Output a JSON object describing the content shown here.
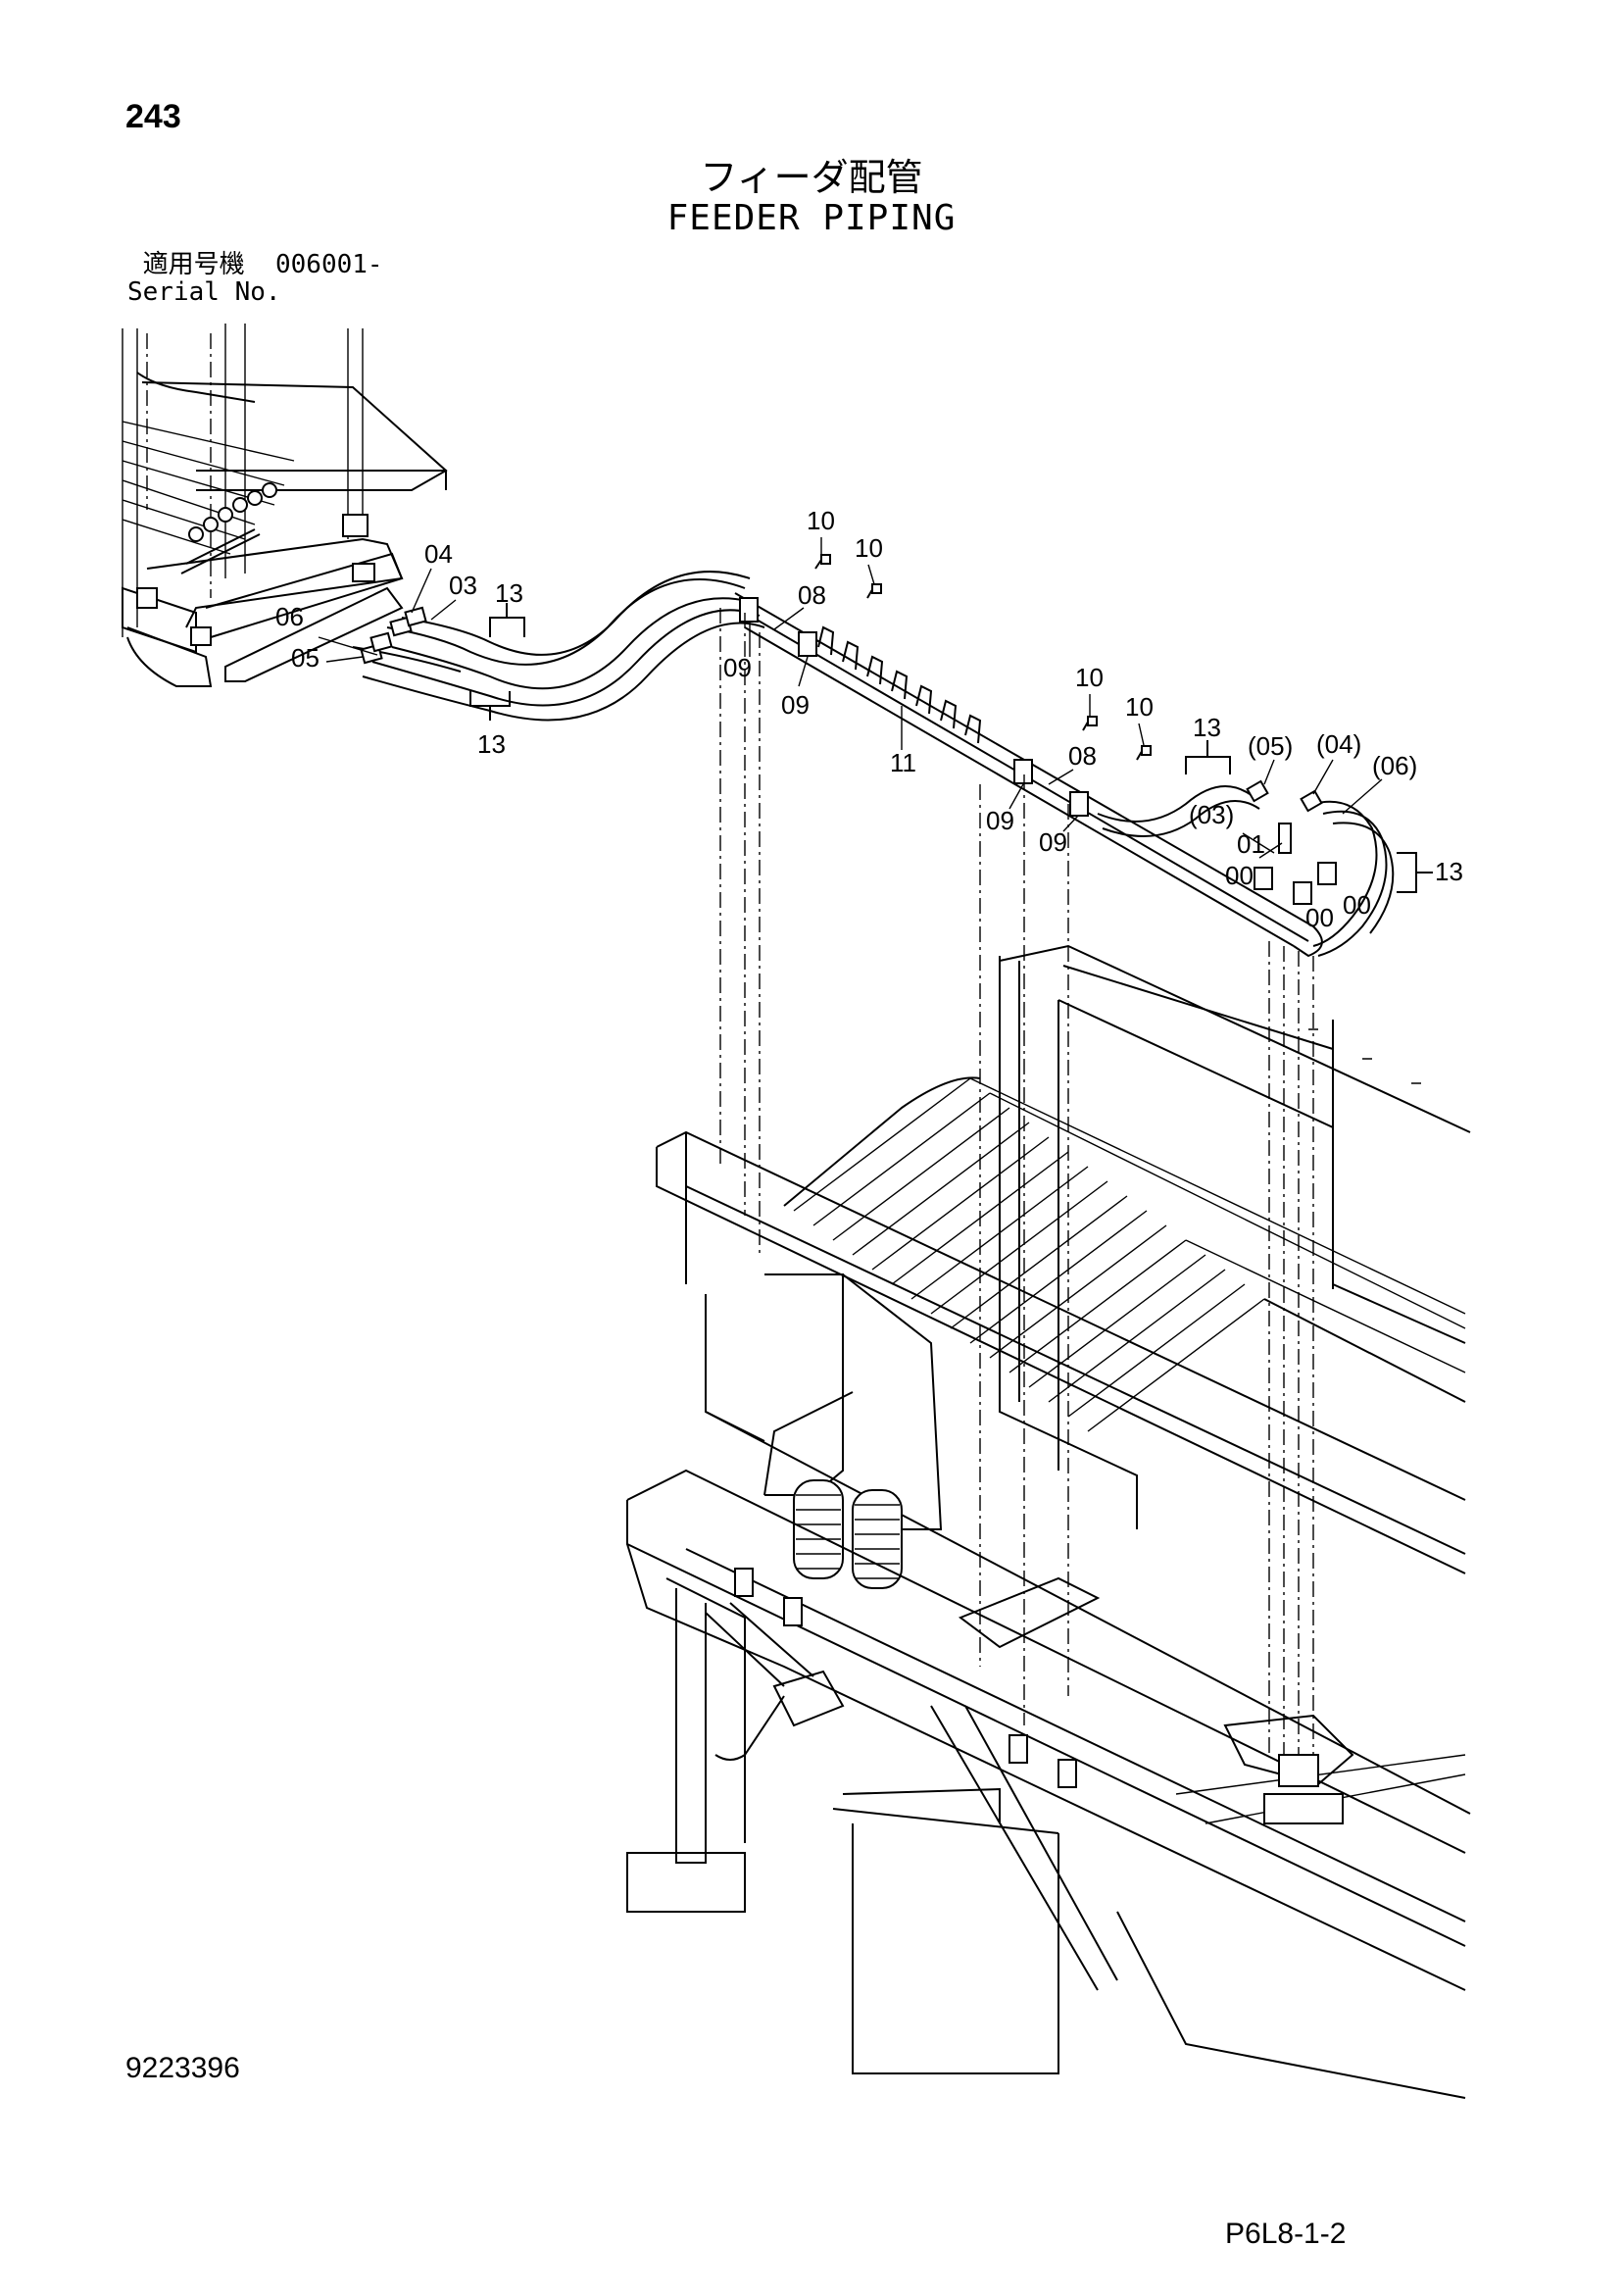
{
  "page": {
    "number": "243",
    "title_ja": "フィーダ配管",
    "title_en": "FEEDER PIPING",
    "serial_label_ja": "適用号機",
    "serial_value": "006001-",
    "serial_label_en": "Serial No.",
    "document_number": "9223396",
    "page_code": "P6L8-1-2"
  },
  "callouts": [
    {
      "id": "c10a",
      "text": "10"
    },
    {
      "id": "c10b",
      "text": "10"
    },
    {
      "id": "c04",
      "text": "04"
    },
    {
      "id": "c03",
      "text": "03"
    },
    {
      "id": "c13a",
      "text": "13"
    },
    {
      "id": "c06",
      "text": "06"
    },
    {
      "id": "c05",
      "text": "05"
    },
    {
      "id": "c13b",
      "text": "13"
    },
    {
      "id": "c08a",
      "text": "08"
    },
    {
      "id": "c09a",
      "text": "09"
    },
    {
      "id": "c09b",
      "text": "09"
    },
    {
      "id": "c11",
      "text": "11"
    },
    {
      "id": "c10c",
      "text": "10"
    },
    {
      "id": "c10d",
      "text": "10"
    },
    {
      "id": "c13c",
      "text": "13"
    },
    {
      "id": "c05p",
      "text": "(05)"
    },
    {
      "id": "c04p",
      "text": "(04)"
    },
    {
      "id": "c06p",
      "text": "(06)"
    },
    {
      "id": "c08b",
      "text": "08"
    },
    {
      "id": "c09c",
      "text": "09"
    },
    {
      "id": "c09d",
      "text": "09"
    },
    {
      "id": "c03p",
      "text": "(03)"
    },
    {
      "id": "c01",
      "text": "01"
    },
    {
      "id": "c00a",
      "text": "00"
    },
    {
      "id": "c00b",
      "text": "00"
    },
    {
      "id": "c00c",
      "text": "00"
    },
    {
      "id": "c13d",
      "text": "13"
    }
  ]
}
